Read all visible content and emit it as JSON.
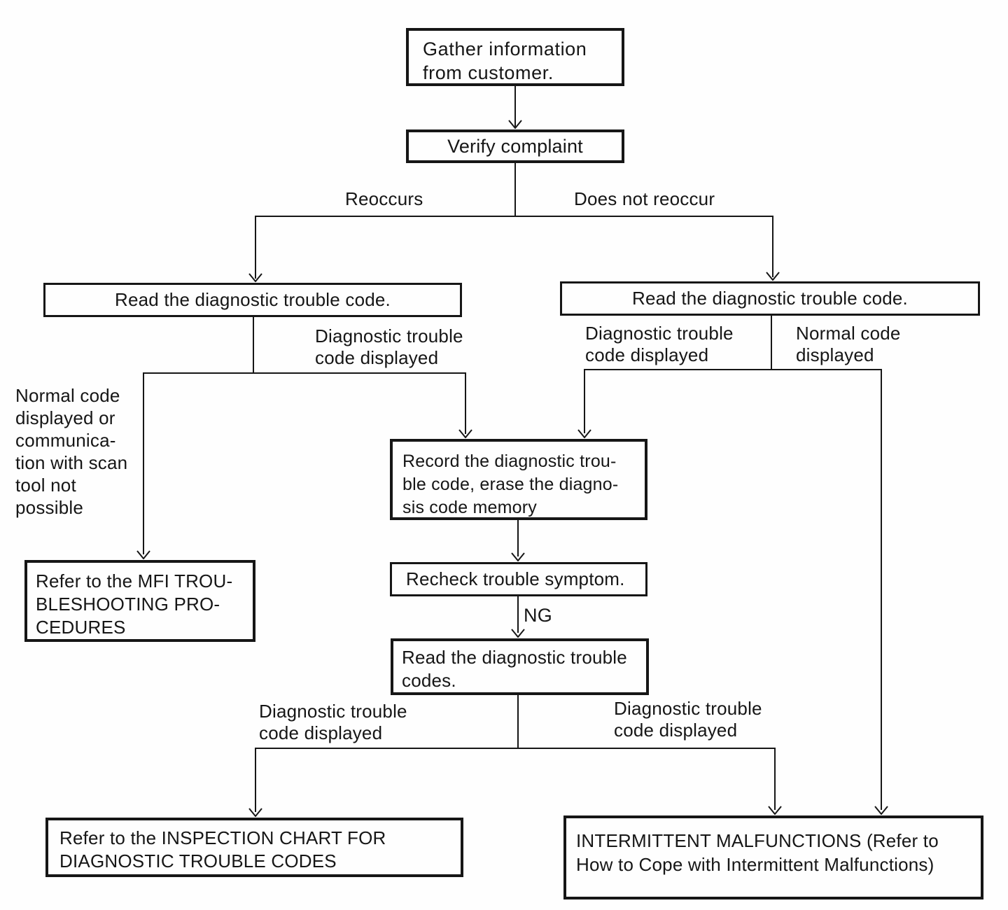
{
  "colors": {
    "ink": "#161616",
    "paper": "#fefefe"
  },
  "flowchart": {
    "nodes": {
      "gather": {
        "label": "Gather information\nfrom customer."
      },
      "verify": {
        "label": "Verify complaint"
      },
      "read_dtc_left": {
        "label": "Read the diagnostic trouble code."
      },
      "read_dtc_right": {
        "label": "Read the diagnostic trouble code."
      },
      "refer_mfi": {
        "label": "Refer to the MFI TROU-\nBLESHOOTING PRO-\nCEDURES"
      },
      "record_erase": {
        "label": "Record the diagnostic trou-\nble code, erase the diagno-\nsis code memory"
      },
      "recheck_symptom": {
        "label": "Recheck trouble symptom."
      },
      "read_dtc_codes": {
        "label": "Read the diagnostic trouble\ncodes."
      },
      "inspection_chart": {
        "label": "Refer to the INSPECTION CHART FOR\nDIAGNOSTIC TROUBLE CODES"
      },
      "intermittent": {
        "label": "INTERMITTENT MALFUNCTIONS (Refer to\nHow to Cope with Intermittent Malfunctions)"
      }
    },
    "edge_labels": {
      "reoccurs": "Reoccurs",
      "does_not_reoccur": "Does not reoccur",
      "dtc_displayed_left": "Diagnostic trouble\ncode displayed",
      "normal_or_no_comm": "Normal code\ndisplayed or\ncommunica-\ntion with scan\ntool not\npossible",
      "dtc_displayed_right": "Diagnostic trouble\ncode displayed",
      "normal_displayed": "Normal code\ndisplayed",
      "ng": "NG",
      "dtc_displayed_bottom_left": "Diagnostic trouble\ncode displayed",
      "dtc_displayed_bottom_right": "Diagnostic trouble\ncode displayed"
    }
  }
}
